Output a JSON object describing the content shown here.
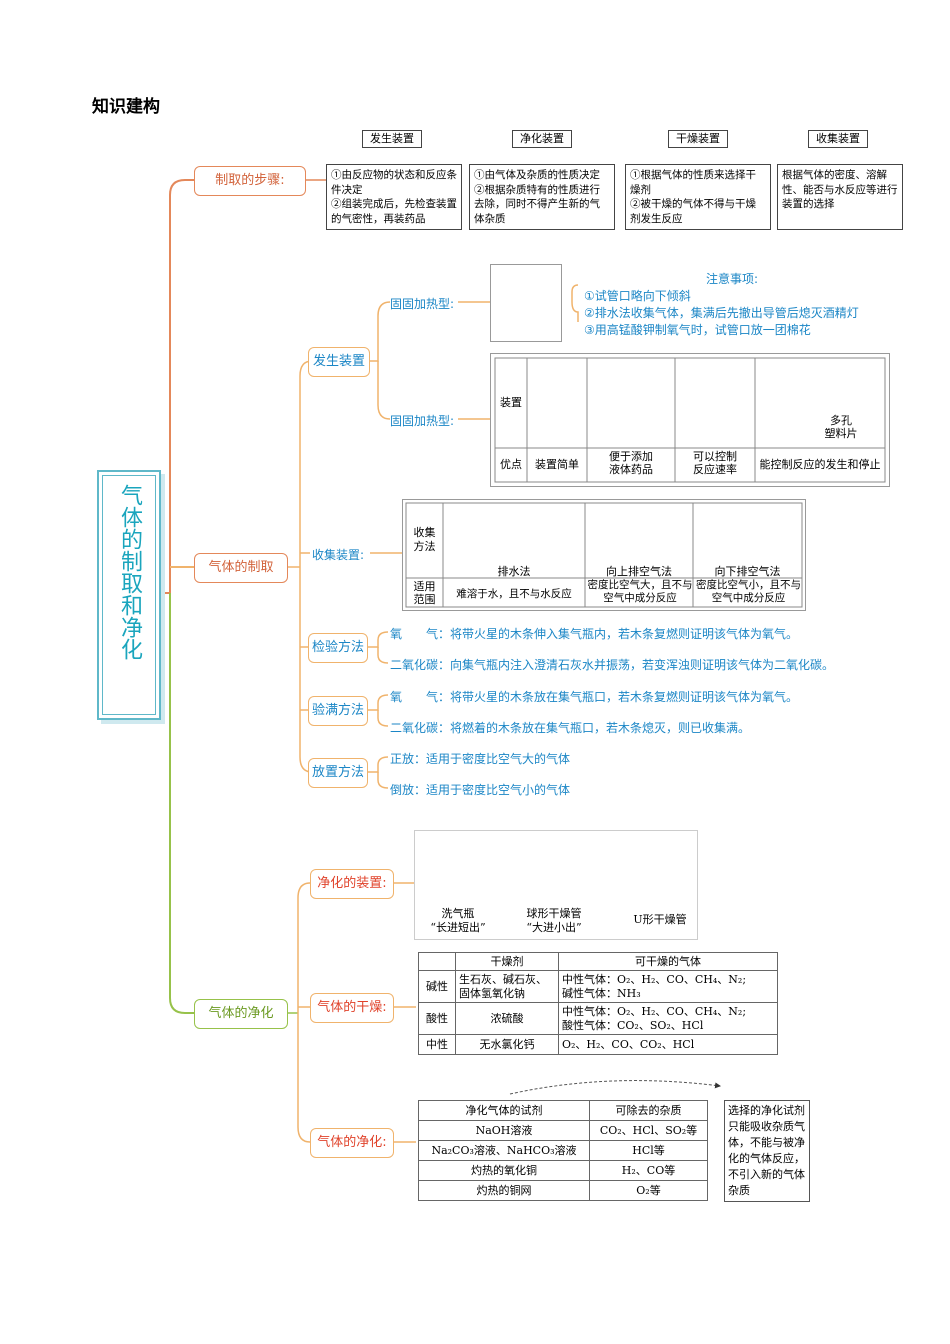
{
  "heading": "知识建构",
  "root": "气体的制取和净化",
  "branches": {
    "steps": "制取的步骤:",
    "preparation": "气体的制取",
    "purification": "气体的净化"
  },
  "steps_diagram": {
    "titles": [
      "发生装置",
      "净化装置",
      "干燥装置",
      "收集装置"
    ],
    "boxes": [
      "①由反应物的状态和反应条件决定\n②组装完成后，先检查装置的气密性，再装药品",
      "①由气体及杂质的性质决定\n②根据杂质特有的性质进行去除，同时不得产生新的气体杂质",
      "①根据气体的性质来选择干燥剂\n②被干燥的气体不得与干燥剂发生反应",
      "根据气体的密度、溶解性、能否与水反应等进行装置的选择"
    ]
  },
  "preparation": {
    "generator": {
      "label": "发生装置",
      "solid_heat": "固固加热型:",
      "solid_liquid": "固固加热型:",
      "notes_title": "注意事项:",
      "notes": [
        "①试管口略向下倾斜",
        "②排水法收集气体，集满后先撤出导管后熄灭酒精灯",
        "③用高锰酸钾制氧气时，试管口放一团棉花"
      ],
      "table": {
        "row1_label": "装置",
        "row2_label": "优点",
        "porous": "多孔\n塑料片",
        "advantages": [
          "装置简单",
          "便于添加\n液体药品",
          "可以控制\n反应速率",
          "能控制反应的发生和停止"
        ]
      }
    },
    "collection": {
      "label": "收集装置:",
      "row1_label": "收集\n方法",
      "row2_label": "适用\n范围",
      "methods": [
        "排水法",
        "向上排空气法",
        "向下排空气法"
      ],
      "scopes": [
        "难溶于水，且不与水反应",
        "密度比空气大，且不与空气中成分反应",
        "密度比空气小，且不与空气中成分反应"
      ]
    },
    "test": {
      "label": "检验方法",
      "items": [
        "氧　　气：将带火星的木条伸入集气瓶内，若木条复燃则证明该气体为氧气。",
        "二氧化碳：向集气瓶内注入澄清石灰水并振荡，若变浑浊则证明该气体为二氧化碳。"
      ]
    },
    "full": {
      "label": "验满方法",
      "items": [
        "氧　　气：将带火星的木条放在集气瓶口，若木条复燃则证明该气体为氧气。",
        "二氧化碳：将燃着的木条放在集气瓶口，若木条熄灭，则已收集满。"
      ]
    },
    "placement": {
      "label": "放置方法",
      "items": [
        "正放：适用于密度比空气大的气体",
        "倒放：适用于密度比空气小的气体"
      ]
    }
  },
  "purification": {
    "devices": {
      "label": "净化的装置:",
      "captions": [
        "洗气瓶\n“长进短出”",
        "球形干燥管\n“大进小出”",
        "U形干燥管"
      ]
    },
    "drying": {
      "label": "气体的干燥:",
      "header": [
        "干燥剂",
        "可干燥的气体"
      ],
      "rows": [
        {
          "type": "碱性",
          "agent": "生石灰、碱石灰、\n固体氢氧化钠",
          "gases": "中性气体：O₂、H₂、CO、CH₄、N₂;\n碱性气体：NH₃"
        },
        {
          "type": "酸性",
          "agent": "浓硫酸",
          "gases": "中性气体：O₂、H₂、CO、CH₄、N₂;\n酸性气体：CO₂、SO₂、HCl"
        },
        {
          "type": "中性",
          "agent": "无水氯化钙",
          "gases": "O₂、H₂、CO、CO₂、HCl"
        }
      ]
    },
    "cleaning": {
      "label": "气体的净化:",
      "header": [
        "净化气体的试剂",
        "可除去的杂质"
      ],
      "rows": [
        [
          "NaOH溶液",
          "CO₂、HCl、SO₂等"
        ],
        [
          "Na₂CO₃溶液、NaHCO₃溶液",
          "HCl等"
        ],
        [
          "灼热的氧化铜",
          "H₂、CO等"
        ],
        [
          "灼热的铜网",
          "O₂等"
        ]
      ],
      "note": "选择的净化试剂只能吸收杂质气体，不能与被净化的气体反应，不引入新的气体杂质"
    }
  },
  "colors": {
    "orange_line": "#e4885a",
    "green_line": "#97c24a",
    "yellow_line": "#f0b36c",
    "root_border": "#5fb8c9",
    "blue_text": "#1b86c6"
  }
}
